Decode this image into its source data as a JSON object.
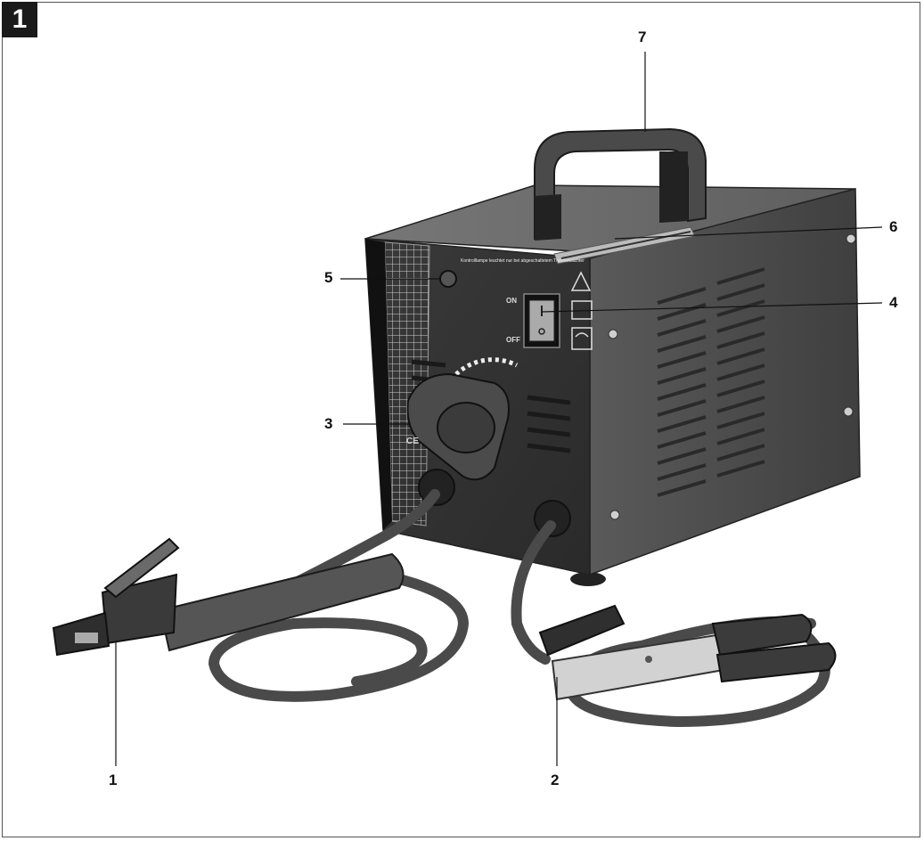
{
  "figure_number": "1",
  "callouts": {
    "c1": "1",
    "c2": "2",
    "c3": "3",
    "c4": "4",
    "c5": "5",
    "c6": "6",
    "c7": "7"
  },
  "panel": {
    "switch_on": "ON",
    "switch_off": "OFF",
    "lamp_text": "Kontrolllampe leuchtet nur bei abgeschaltetem Thermowächter",
    "ce_mark": "CE"
  }
}
